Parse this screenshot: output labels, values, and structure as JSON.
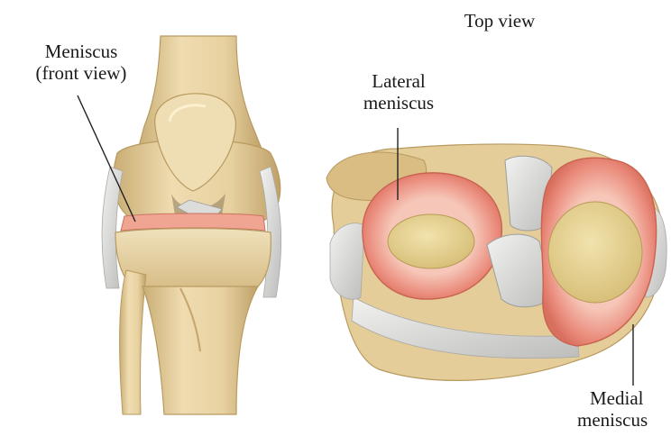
{
  "labels": {
    "meniscus_front": {
      "line1": "Meniscus",
      "line2": "(front view)"
    },
    "top_view": "Top view",
    "lateral": {
      "line1": "Lateral",
      "line2": "meniscus"
    },
    "medial": {
      "line1": "Medial",
      "line2": "meniscus"
    }
  },
  "colors": {
    "bone": "#e9d6a6",
    "bone_shadow": "#c9ad74",
    "meniscus": "#e9877a",
    "meniscus_light": "#f4b3a3",
    "ligament": "#d8d8d6",
    "cartilage": "#e6d28f"
  }
}
